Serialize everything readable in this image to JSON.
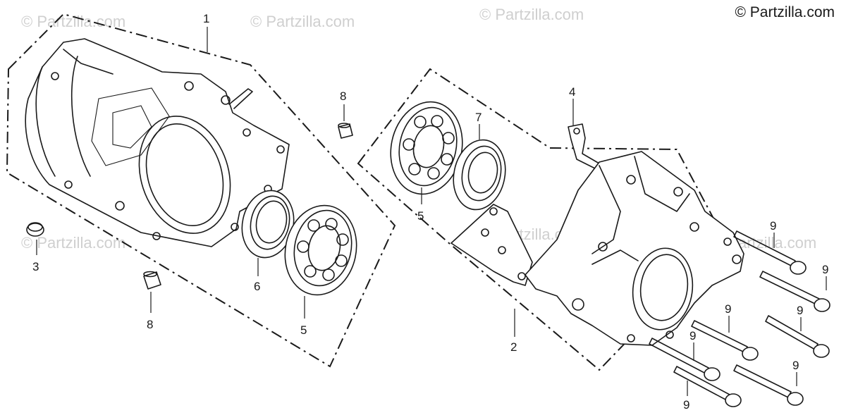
{
  "copyright": "© Partzilla.com",
  "watermark": "© Partzilla.com",
  "callouts": {
    "c1": "1",
    "c2": "2",
    "c3": "3",
    "c4": "4",
    "c5a": "5",
    "c5b": "5",
    "c6": "6",
    "c7": "7",
    "c8a": "8",
    "c8b": "8",
    "c9a": "9",
    "c9b": "9",
    "c9c": "9",
    "c9d": "9",
    "c9e": "9",
    "c9f": "9",
    "c9g": "9"
  }
}
